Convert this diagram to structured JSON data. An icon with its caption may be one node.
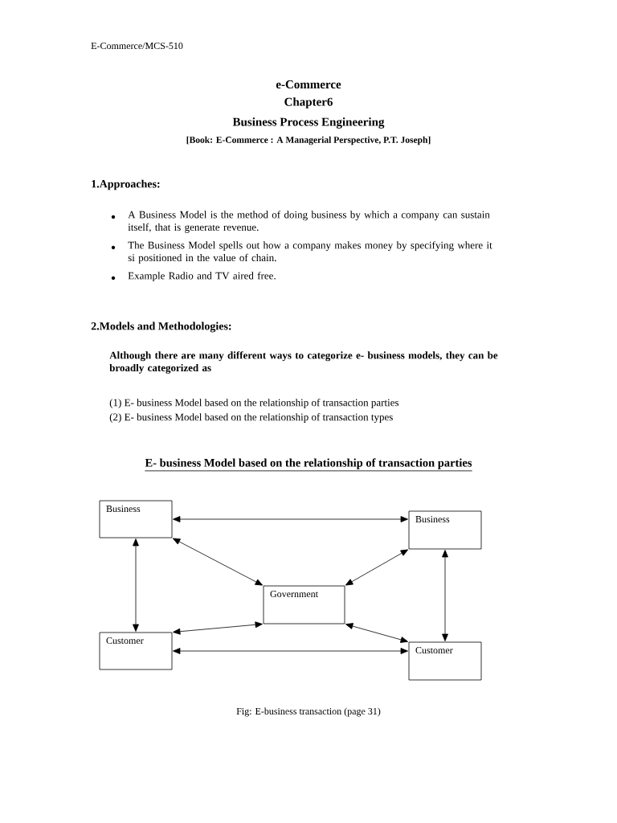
{
  "diagram": {
    "caption": "Fig: E-business transaction (page 31)",
    "nodes": [
      {
        "text": [
          "Business"
        ]
      },
      {
        "text": [
          "Business"
        ]
      },
      {
        "text": [
          "Government"
        ]
      },
      {
        "text": [
          "Customer"
        ]
      },
      {
        "text": [
          "Customer"
        ]
      }
    ],
    "edges": [
      {
        "from": 0,
        "to": 1,
        "arrow": "both"
      },
      {
        "from": 0,
        "to": 2,
        "arrow": "both"
      },
      {
        "from": 1,
        "to": 2,
        "arrow": "both"
      },
      {
        "from": 0,
        "to": 3,
        "arrow": "both"
      },
      {
        "from": 1,
        "to": 4,
        "arrow": "both"
      },
      {
        "from": 3,
        "to": 2,
        "arrow": "both"
      },
      {
        "from": 2,
        "to": 4,
        "arrow": "both"
      },
      {
        "from": 3,
        "to": 4,
        "arrow": "both"
      }
    ],
    "labels": [
      "E-Commerce/MCS-510",
      "e-Commerce",
      "Chapter6",
      "Business Process Engineering",
      "[Book: E-Commerce : A Managerial Perspective, P.T. Joseph]",
      "1.Approaches:",
      "A Business Model is the method of doing business by which a company can sustain itself, that is generate revenue.",
      "The Business Model spells out how a company makes money by specifying where it si positioned in the value of chain.",
      "Example Radio and TV aired free.",
      "2.Models and Methodologies:",
      "Although there are many different ways to categorize e- business models, they can be broadly categorized as",
      "(1) E- business Model based on the relationship of transaction parties",
      "(2) E- business Model based on the relationship of transaction types",
      "E- business Model based on the relationship of transaction parties"
    ]
  }
}
